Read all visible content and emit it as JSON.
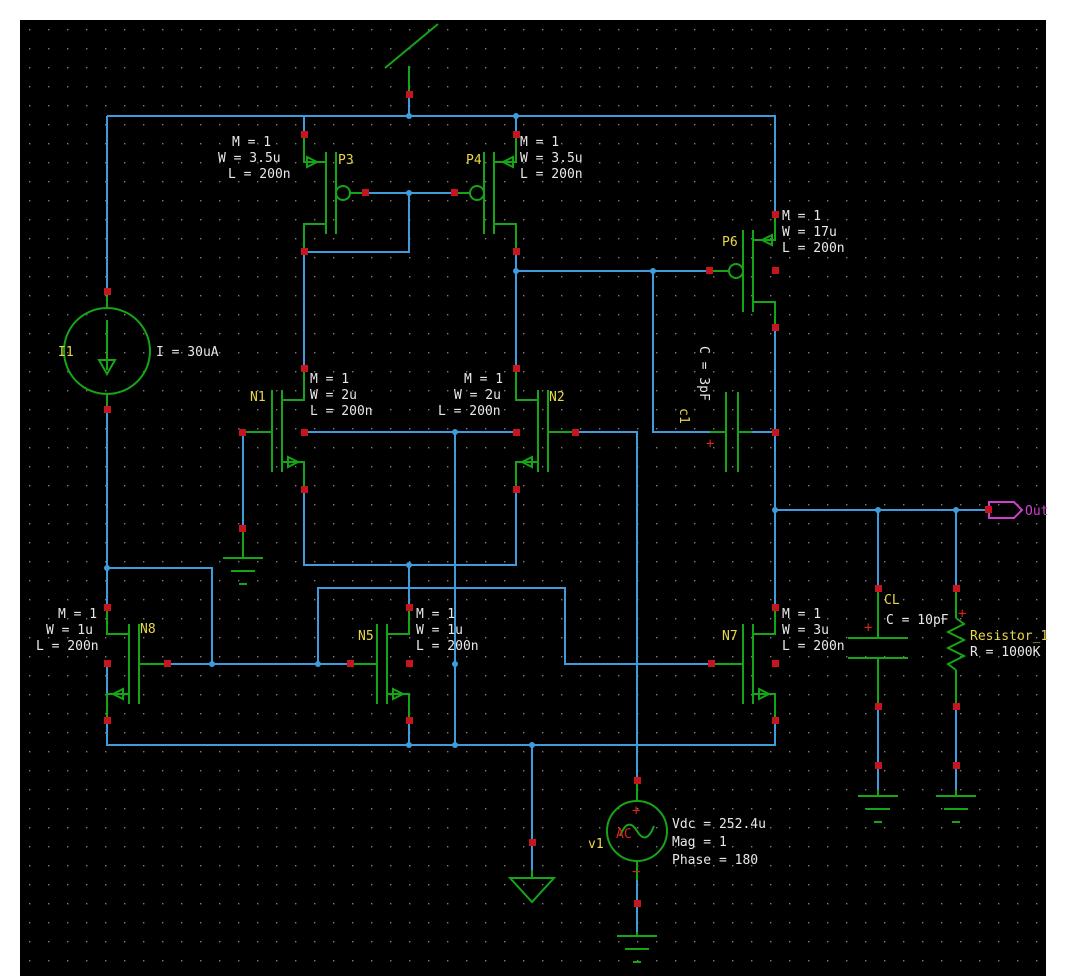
{
  "colors": {
    "background": "#000000",
    "wire": "#3f9bdc",
    "device": "#16a516",
    "pin": "#c8141e",
    "label": "#e8e8e8",
    "name": "#e8d848",
    "port": "#d040d0"
  },
  "components": {
    "P3": {
      "name": "P3",
      "m": "M = 1",
      "w": "W = 3.5u",
      "l": "L = 200n"
    },
    "P4": {
      "name": "P4",
      "m": "M = 1",
      "w": "W = 3.5u",
      "l": "L = 200n"
    },
    "P6": {
      "name": "P6",
      "m": "M = 1",
      "w": "W = 17u",
      "l": "L = 200n"
    },
    "N1": {
      "name": "N1",
      "m": "M = 1",
      "w": "W = 2u",
      "l": "L = 200n"
    },
    "N2": {
      "name": "N2",
      "m": "M = 1",
      "w": "W = 2u",
      "l": "L = 200n"
    },
    "N8": {
      "name": "N8",
      "m": "M = 1",
      "w": "W = 1u",
      "l": "L = 200n"
    },
    "N5": {
      "name": "N5",
      "m": "M = 1",
      "w": "W = 1u",
      "l": "L = 200n"
    },
    "N7": {
      "name": "N7",
      "m": "M = 1",
      "w": "W = 3u",
      "l": "L = 200n"
    },
    "I1": {
      "name": "I1",
      "value": "I = 30uA"
    },
    "c1": {
      "name": "c1",
      "value": "C = 3pF"
    },
    "CL": {
      "name": "CL",
      "value": "C = 10pF"
    },
    "R1": {
      "name": "Resistor_1",
      "value": "R = 1000K"
    },
    "v1": {
      "name": "v1",
      "symbol": "AC",
      "vdc": "Vdc = 252.4u",
      "mag": "Mag = 1",
      "phase": "Phase = 180"
    }
  },
  "port": {
    "label": "Out"
  },
  "icons": {
    "vdd": "vdd-rail-icon",
    "ground": "ground-icon",
    "port": "output-port-icon"
  }
}
